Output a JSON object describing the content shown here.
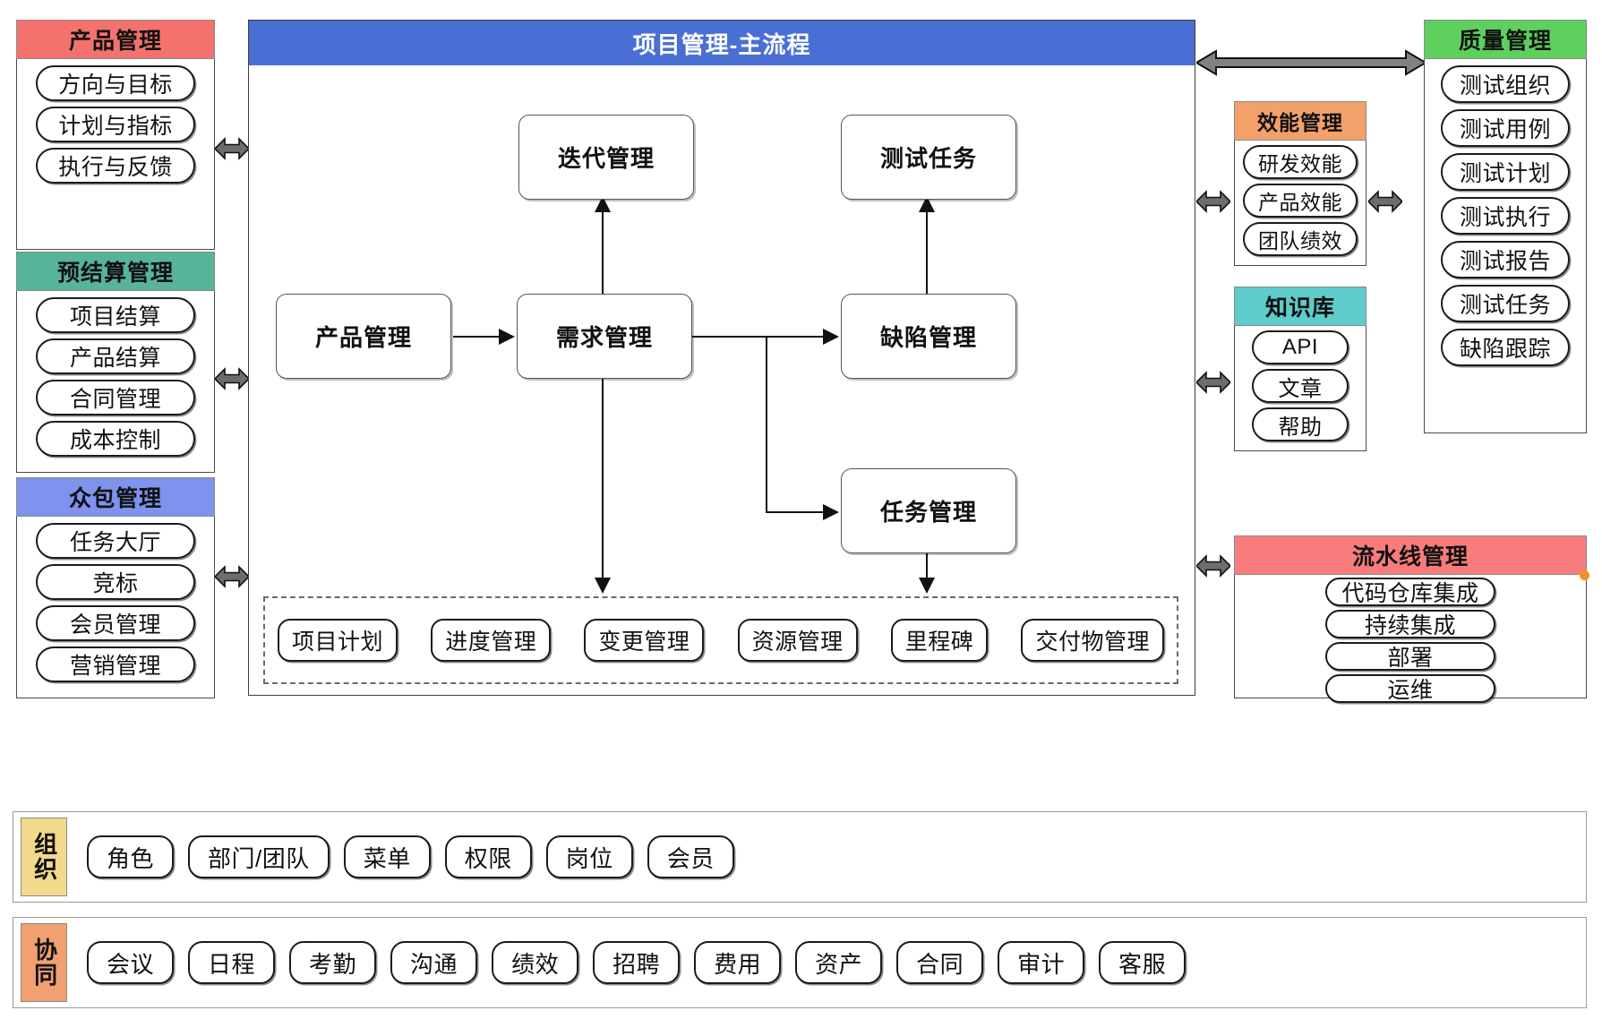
{
  "colors": {
    "product_header": "#f4726e",
    "budget_header": "#57b399",
    "crowd_header": "#7e92ee",
    "mainflow_header": "#4a6fd4",
    "efficiency_header": "#f3a06a",
    "knowledge_header": "#5fcbcb",
    "pipeline_header": "#f97c7c",
    "quality_header": "#5ed05e",
    "org_label": "#f2d98b",
    "collab_label": "#f0a071",
    "pipeline_dot": "#f3931e"
  },
  "left_panels": [
    {
      "title": "产品管理",
      "items": [
        "方向与目标",
        "计划与指标",
        "执行与反馈"
      ]
    },
    {
      "title": "预结算管理",
      "items": [
        "项目结算",
        "产品结算",
        "合同管理",
        "成本控制"
      ]
    },
    {
      "title": "众包管理",
      "items": [
        "任务大厅",
        "竞标",
        "会员管理",
        "营销管理"
      ]
    }
  ],
  "mainflow": {
    "title": "项目管理-主流程",
    "nodes": {
      "iteration": "迭代管理",
      "test_task": "测试任务",
      "product": "产品管理",
      "requirement": "需求管理",
      "defect": "缺陷管理",
      "task": "任务管理"
    },
    "dashed_items": [
      "项目计划",
      "进度管理",
      "变更管理",
      "资源管理",
      "里程碑",
      "交付物管理"
    ]
  },
  "right_middle_panels": [
    {
      "title": "效能管理",
      "items": [
        "研发效能",
        "产品效能",
        "团队绩效"
      ]
    },
    {
      "title": "知识库",
      "items": [
        "API",
        "文章",
        "帮助"
      ]
    }
  ],
  "quality_panel": {
    "title": "质量管理",
    "items": [
      "测试组织",
      "测试用例",
      "测试计划",
      "测试执行",
      "测试报告",
      "测试任务",
      "缺陷跟踪"
    ]
  },
  "pipeline_panel": {
    "title": "流水线管理",
    "items": [
      "代码仓库集成",
      "持续集成",
      "部署",
      "运维"
    ]
  },
  "bottom_rows": [
    {
      "label": "组织",
      "items": [
        "角色",
        "部门/团队",
        "菜单",
        "权限",
        "岗位",
        "会员"
      ]
    },
    {
      "label": "协同",
      "items": [
        "会议",
        "日程",
        "考勤",
        "沟通",
        "绩效",
        "招聘",
        "费用",
        "资产",
        "合同",
        "审计",
        "客服"
      ]
    }
  ]
}
